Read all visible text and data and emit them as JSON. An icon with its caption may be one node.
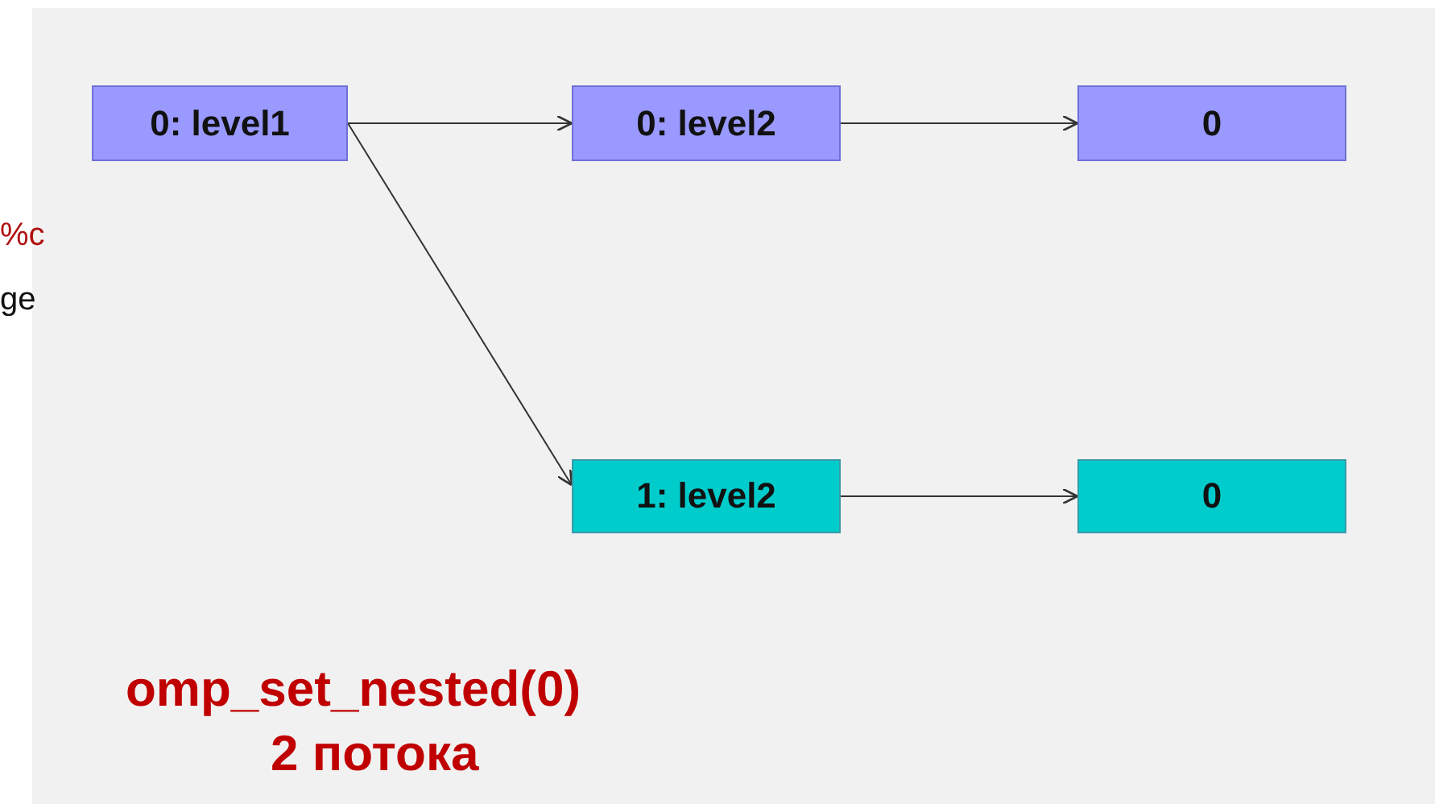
{
  "diagram": {
    "nodes": [
      {
        "text": [
          "0: level1"
        ]
      },
      {
        "text": [
          "0: level2"
        ]
      },
      {
        "text": [
          "0"
        ]
      },
      {
        "text": [
          "1: level2"
        ]
      },
      {
        "text": [
          "0"
        ]
      }
    ],
    "edges": [
      {
        "from": 0,
        "to": 1,
        "arrow": "to"
      },
      {
        "from": 1,
        "to": 2,
        "arrow": "to"
      },
      {
        "from": 0,
        "to": 3,
        "arrow": "to"
      },
      {
        "from": 3,
        "to": 4,
        "arrow": "to"
      }
    ],
    "labels": [
      "%c",
      "ge",
      "omp_set_nested(0)",
      "2 потока"
    ]
  }
}
